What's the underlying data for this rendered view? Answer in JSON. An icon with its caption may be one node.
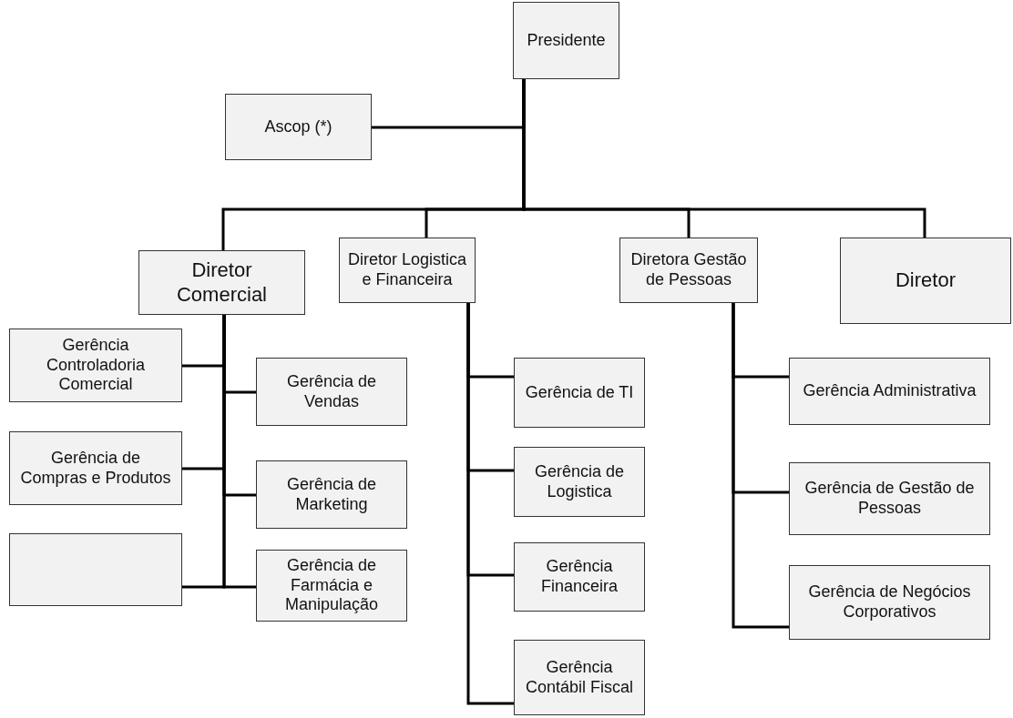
{
  "diagram": {
    "nodes": [
      {
        "text": [
          "Presidente"
        ]
      },
      {
        "text": [
          "Ascop (*)"
        ]
      },
      {
        "text": [
          "Diretor Comercial"
        ]
      },
      {
        "text": [
          "Diretor Logistica e Financeira"
        ]
      },
      {
        "text": [
          "Diretora Gestão de Pessoas"
        ]
      },
      {
        "text": [
          "Diretor"
        ]
      },
      {
        "text": [
          "Gerência Controladoria Comercial"
        ]
      },
      {
        "text": [
          "Gerência de Vendas"
        ]
      },
      {
        "text": [
          "Gerência de Compras e Produtos"
        ]
      },
      {
        "text": [
          "Gerência de Marketing"
        ]
      },
      {
        "text": [],
        "shape": "box"
      },
      {
        "text": [
          "Gerência de Farmácia e Manipulação"
        ]
      },
      {
        "text": [
          "Gerência de TI"
        ]
      },
      {
        "text": [
          "Gerência de Logistica"
        ]
      },
      {
        "text": [
          "Gerência Financeira"
        ]
      },
      {
        "text": [
          "Gerência Contábil Fiscal"
        ]
      },
      {
        "text": [
          "Gerência Administrativa"
        ]
      },
      {
        "text": [
          "Gerência de Gestão de Pessoas"
        ]
      },
      {
        "text": [
          "Gerência de Negócios Corporativos"
        ]
      }
    ],
    "edges": [
      {
        "from": 0,
        "to": 1,
        "arrow": "none"
      },
      {
        "from": 0,
        "to": 2,
        "arrow": "none"
      },
      {
        "from": 0,
        "to": 3,
        "arrow": "none"
      },
      {
        "from": 0,
        "to": 4,
        "arrow": "none"
      },
      {
        "from": 0,
        "to": 5,
        "arrow": "none"
      },
      {
        "from": 2,
        "to": 6,
        "arrow": "none"
      },
      {
        "from": 2,
        "to": 7,
        "arrow": "none"
      },
      {
        "from": 2,
        "to": 8,
        "arrow": "none"
      },
      {
        "from": 2,
        "to": 9,
        "arrow": "none"
      },
      {
        "from": 2,
        "to": 10,
        "arrow": "none"
      },
      {
        "from": 2,
        "to": 11,
        "arrow": "none"
      },
      {
        "from": 3,
        "to": 12,
        "arrow": "none"
      },
      {
        "from": 3,
        "to": 13,
        "arrow": "none"
      },
      {
        "from": 3,
        "to": 14,
        "arrow": "none"
      },
      {
        "from": 3,
        "to": 15,
        "arrow": "none"
      },
      {
        "from": 4,
        "to": 16,
        "arrow": "none"
      },
      {
        "from": 4,
        "to": 17,
        "arrow": "none"
      },
      {
        "from": 4,
        "to": 18,
        "arrow": "none"
      }
    ]
  }
}
